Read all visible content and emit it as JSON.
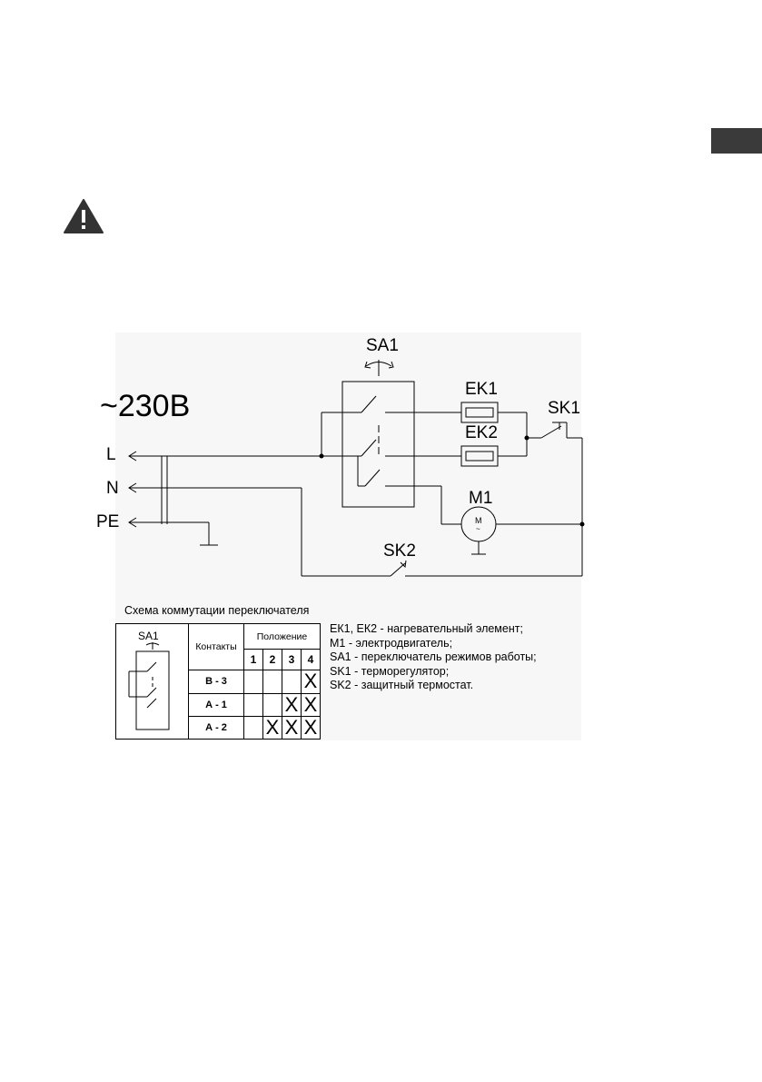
{
  "header": {
    "lang_tab_color": "#3a3a3a"
  },
  "warning": {
    "icon": "warning-triangle-icon"
  },
  "diagram": {
    "voltage": "~230В",
    "lines": {
      "l": "L",
      "n": "N",
      "pe": "PE"
    },
    "components": {
      "sa1": "SA1",
      "ek1": "EK1",
      "ek2": "EK2",
      "sk1": "SK1",
      "sk2": "SK2",
      "m1": "M1",
      "motor_symbol": "M",
      "motor_tilde": "~"
    }
  },
  "switch_table": {
    "caption": "Схема коммутации переключателя",
    "switch_label": "SA1",
    "contacts_header": "Контакты",
    "position_header": "Положение",
    "positions": [
      "1",
      "2",
      "3",
      "4"
    ],
    "rows": [
      {
        "contact": "В - 3",
        "marks": [
          "",
          "",
          "",
          "X"
        ]
      },
      {
        "contact": "А - 1",
        "marks": [
          "",
          "",
          "X",
          "X"
        ]
      },
      {
        "contact": "А - 2",
        "marks": [
          "",
          "X",
          "X",
          "X"
        ]
      }
    ]
  },
  "legend": [
    "ЕК1, ЕК2 - нагревательный элемент;",
    "М1 - электродвигатель;",
    "SA1 - переключатель режимов работы;",
    "SK1 - терморегулятор;",
    "SK2 - защитный термостат."
  ]
}
